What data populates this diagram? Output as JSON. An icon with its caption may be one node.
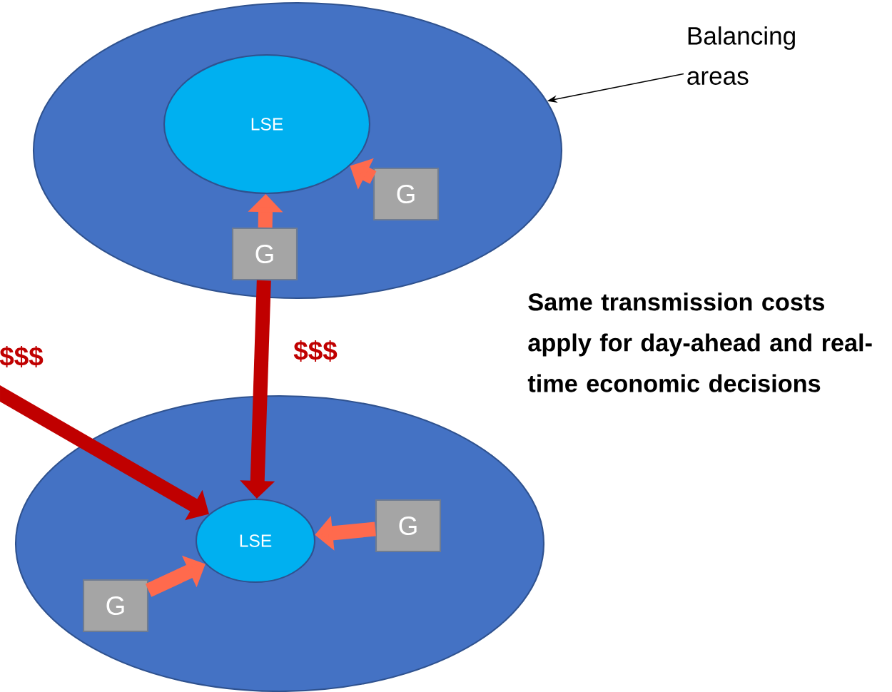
{
  "diagram": {
    "nodes": [
      {
        "text": [],
        "shape": "ellipse"
      },
      {
        "text": [
          "LSE"
        ],
        "in": 0
      },
      {
        "text": [
          "G"
        ],
        "in": 0
      },
      {
        "text": [
          "G"
        ],
        "in": 0
      },
      {
        "text": [],
        "shape": "ellipse"
      },
      {
        "text": [
          "LSE"
        ],
        "in": 4
      },
      {
        "text": [
          "G"
        ],
        "in": 4
      },
      {
        "text": [
          "G"
        ],
        "in": 4
      },
      {
        "text": [
          "Balancing areas"
        ]
      }
    ],
    "edges": [
      {
        "from": 8,
        "to": 0,
        "arrow": "to",
        "color": "#000000"
      },
      {
        "from": 2,
        "to": 1,
        "arrow": "to"
      },
      {
        "from": 3,
        "to": 1,
        "arrow": "to"
      },
      {
        "from": 3,
        "to": 5,
        "arrow": "to",
        "color": "#c00000",
        "label": "$$$"
      },
      {
        "from": null,
        "to": 5,
        "arrow": "to",
        "color": "#c00000",
        "label": "$$$"
      },
      {
        "from": 6,
        "to": 5,
        "arrow": "to"
      },
      {
        "from": 7,
        "to": 5,
        "arrow": "to"
      }
    ],
    "labels": [
      "Same transmission costs apply for day-ahead and real-time economic decisions"
    ]
  }
}
